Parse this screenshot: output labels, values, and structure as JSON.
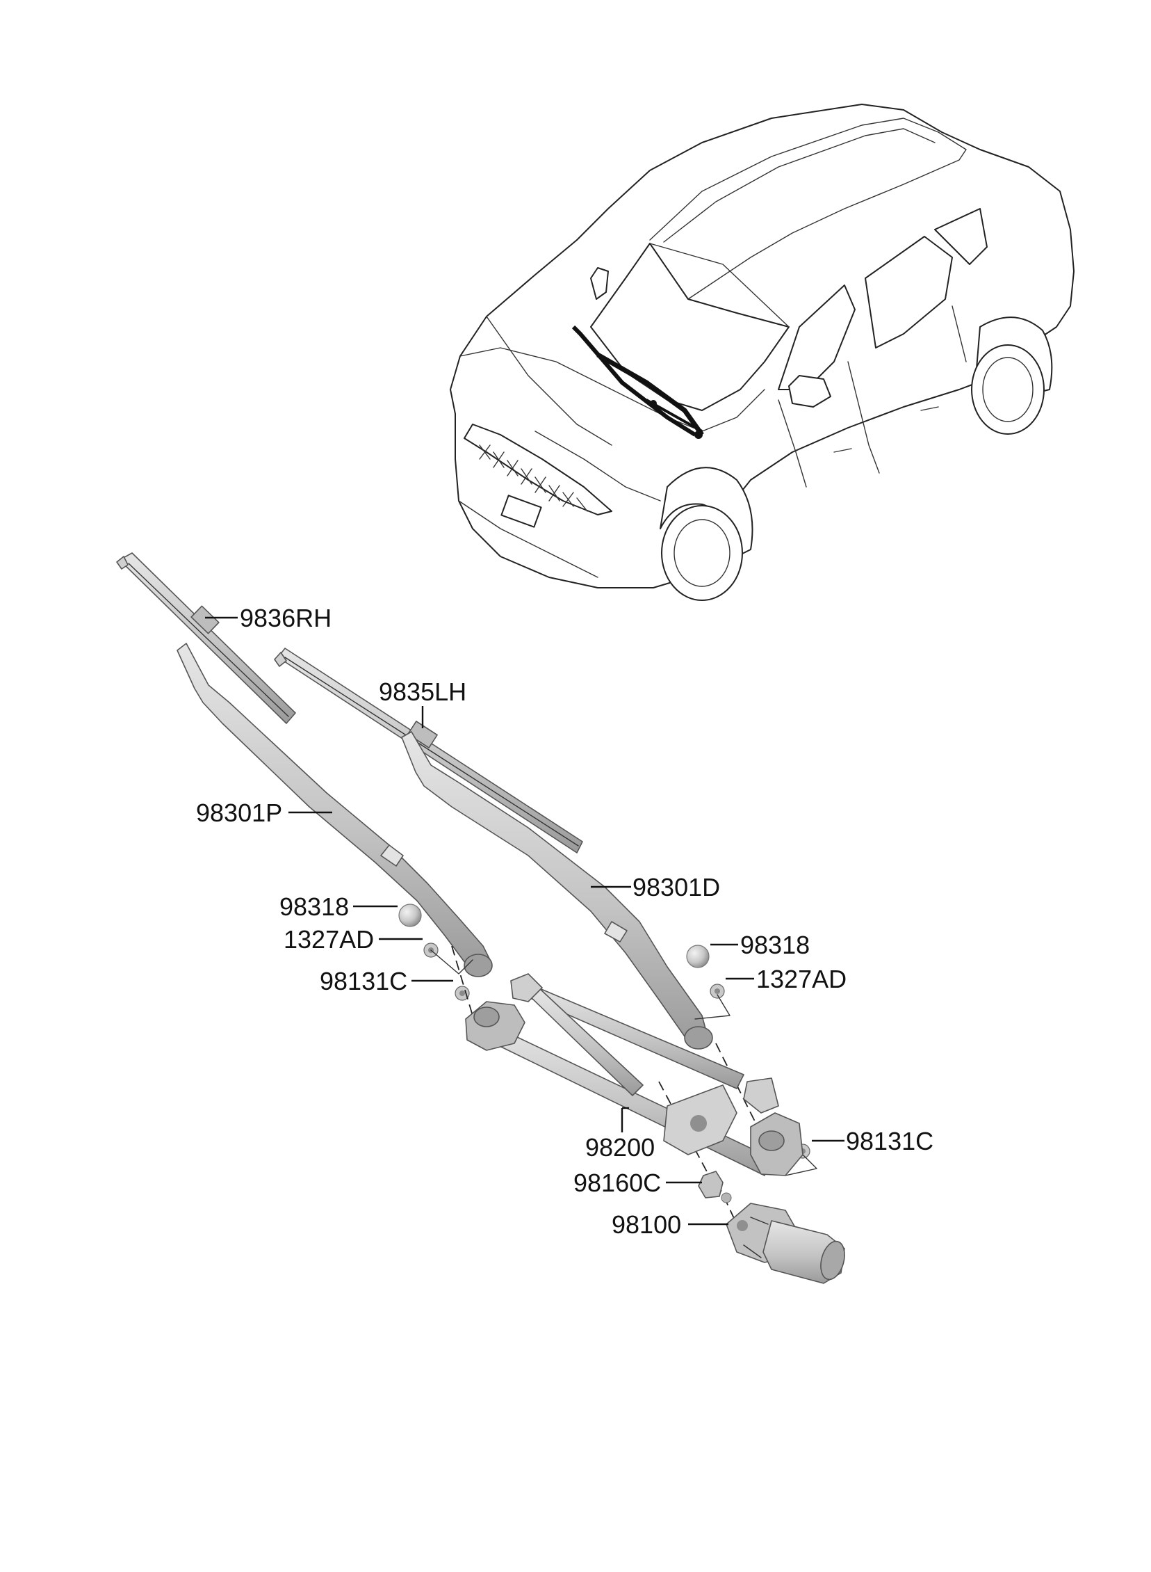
{
  "callouts": {
    "blade_rh": "9836RH",
    "blade_lh": "9835LH",
    "arm_passenger": "98301P",
    "arm_driver": "98301D",
    "cap_left": "98318",
    "cap_right": "98318",
    "nut_left": "1327AD",
    "nut_right": "1327AD",
    "pivot_nut_left": "98131C",
    "pivot_nut_right": "98131C",
    "linkage": "98200",
    "crank_nut": "98160C",
    "motor": "98100"
  },
  "colors": {
    "line": "#111111",
    "part_light": "#d9d9d9",
    "part_mid": "#bdbdbd",
    "part_dark": "#8f8f8f",
    "background": "#ffffff"
  }
}
